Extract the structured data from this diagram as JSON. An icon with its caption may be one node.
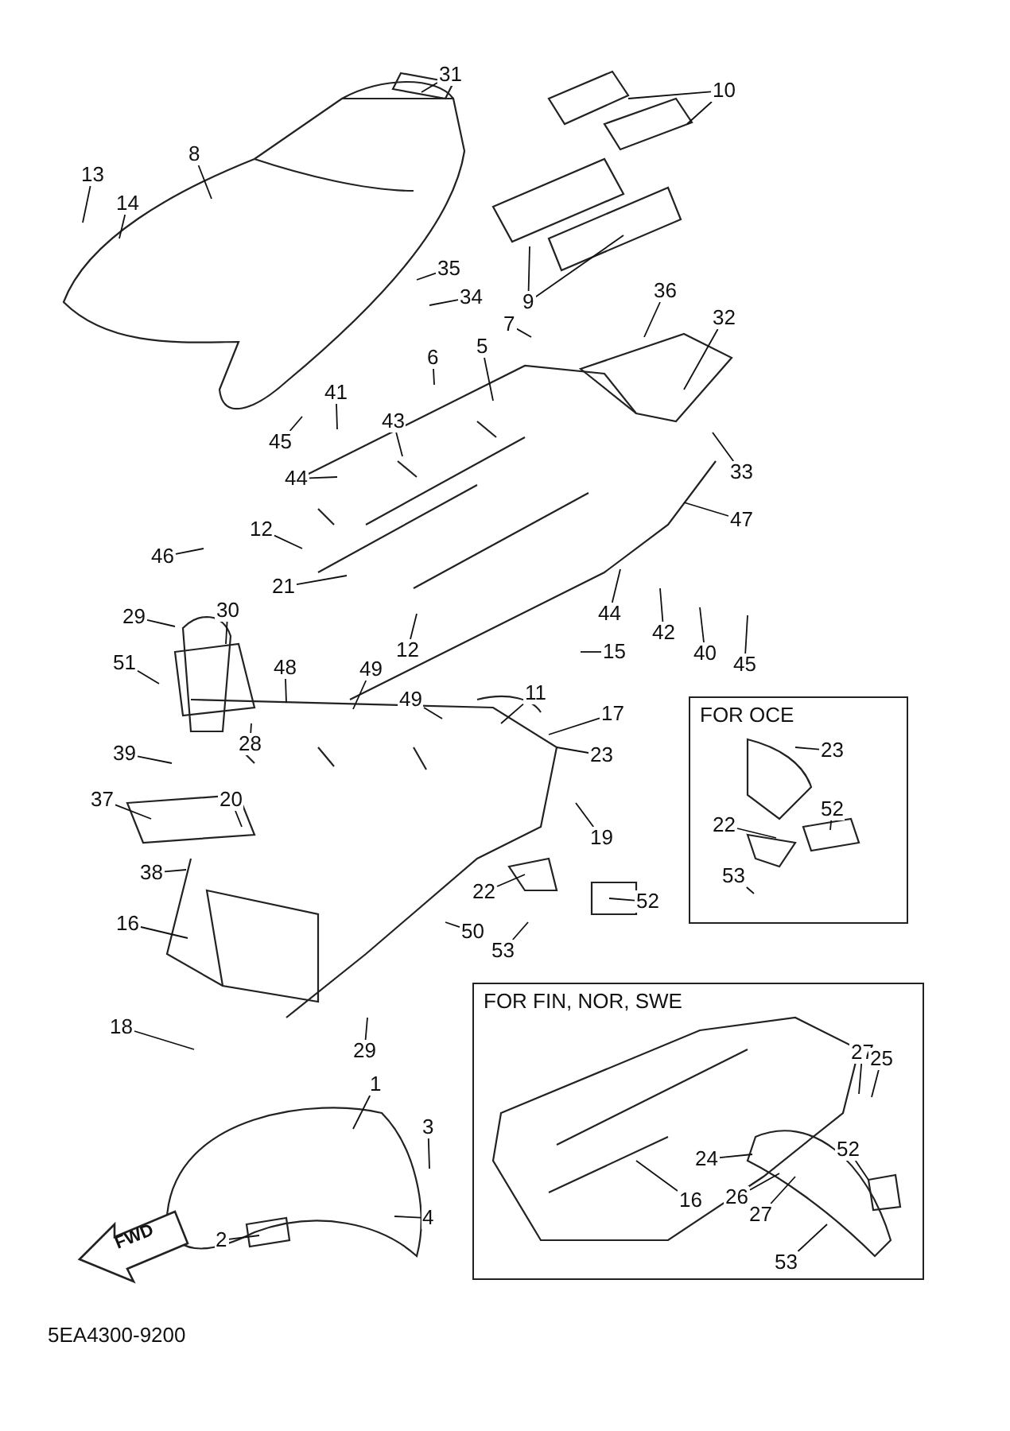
{
  "diagram": {
    "nodes": [
      {
        "text": [
          "31"
        ]
      },
      {
        "text": [
          "10"
        ]
      },
      {
        "text": [
          "8"
        ]
      },
      {
        "text": [
          "13"
        ]
      },
      {
        "text": [
          "14"
        ]
      },
      {
        "text": [
          "35"
        ]
      },
      {
        "text": [
          "34"
        ]
      },
      {
        "text": [
          "9"
        ]
      },
      {
        "text": [
          "36"
        ]
      },
      {
        "text": [
          "32"
        ]
      },
      {
        "text": [
          "7"
        ]
      },
      {
        "text": [
          "6"
        ]
      },
      {
        "text": [
          "5"
        ]
      },
      {
        "text": [
          "41"
        ]
      },
      {
        "text": [
          "43"
        ]
      },
      {
        "text": [
          "45"
        ]
      },
      {
        "text": [
          "44"
        ]
      },
      {
        "text": [
          "33"
        ]
      },
      {
        "text": [
          "47"
        ]
      },
      {
        "text": [
          "12"
        ]
      },
      {
        "text": [
          "46"
        ]
      },
      {
        "text": [
          "21"
        ]
      },
      {
        "text": [
          "29"
        ]
      },
      {
        "text": [
          "30"
        ]
      },
      {
        "text": [
          "12"
        ]
      },
      {
        "text": [
          "44"
        ]
      },
      {
        "text": [
          "42"
        ]
      },
      {
        "text": [
          "40"
        ]
      },
      {
        "text": [
          "45"
        ]
      },
      {
        "text": [
          "15"
        ]
      },
      {
        "text": [
          "51"
        ]
      },
      {
        "text": [
          "48"
        ]
      },
      {
        "text": [
          "49"
        ]
      },
      {
        "text": [
          "49"
        ]
      },
      {
        "text": [
          "11"
        ]
      },
      {
        "text": [
          "17"
        ]
      },
      {
        "text": [
          "23"
        ]
      },
      {
        "text": [
          "FOR OCE"
        ]
      },
      {
        "text": [
          "23"
        ],
        "in": 37
      },
      {
        "text": [
          "52"
        ],
        "in": 37
      },
      {
        "text": [
          "22"
        ],
        "in": 37
      },
      {
        "text": [
          "53"
        ],
        "in": 37
      },
      {
        "text": [
          "28"
        ]
      },
      {
        "text": [
          "39"
        ]
      },
      {
        "text": [
          "37"
        ]
      },
      {
        "text": [
          "20"
        ]
      },
      {
        "text": [
          "19"
        ]
      },
      {
        "text": [
          "38"
        ]
      },
      {
        "text": [
          "22"
        ]
      },
      {
        "text": [
          "52"
        ]
      },
      {
        "text": [
          "16"
        ]
      },
      {
        "text": [
          "50"
        ]
      },
      {
        "text": [
          "53"
        ]
      },
      {
        "text": [
          "FOR FIN, NOR, SWE"
        ]
      },
      {
        "text": [
          "27"
        ],
        "in": 53
      },
      {
        "text": [
          "25"
        ],
        "in": 53
      },
      {
        "text": [
          "24"
        ],
        "in": 53
      },
      {
        "text": [
          "16"
        ],
        "in": 53
      },
      {
        "text": [
          "26"
        ],
        "in": 53
      },
      {
        "text": [
          "27"
        ],
        "in": 53
      },
      {
        "text": [
          "52"
        ],
        "in": 53
      },
      {
        "text": [
          "53"
        ],
        "in": 53
      },
      {
        "text": [
          "18"
        ]
      },
      {
        "text": [
          "29"
        ]
      },
      {
        "text": [
          "1"
        ]
      },
      {
        "text": [
          "3"
        ]
      },
      {
        "text": [
          "4"
        ]
      },
      {
        "text": [
          "2"
        ]
      }
    ],
    "edges": [
      {
        "from": 0,
        "to": null,
        "arrow": "none"
      },
      {
        "from": 1,
        "to": null,
        "arrow": "none"
      },
      {
        "from": 1,
        "to": null,
        "arrow": "none"
      },
      {
        "from": 2,
        "to": null,
        "arrow": "none"
      },
      {
        "from": 3,
        "to": null,
        "arrow": "none"
      },
      {
        "from": 4,
        "to": null,
        "arrow": "none"
      },
      {
        "from": 5,
        "to": null,
        "arrow": "none"
      },
      {
        "from": 6,
        "to": null,
        "arrow": "none"
      },
      {
        "from": 7,
        "to": null,
        "arrow": "none"
      },
      {
        "from": 7,
        "to": null,
        "arrow": "none"
      },
      {
        "from": 8,
        "to": null,
        "arrow": "none"
      },
      {
        "from": 9,
        "to": null,
        "arrow": "none"
      },
      {
        "from": 10,
        "to": null,
        "arrow": "none"
      },
      {
        "from": 11,
        "to": null,
        "arrow": "none"
      },
      {
        "from": 12,
        "to": null,
        "arrow": "none"
      },
      {
        "from": 13,
        "to": null,
        "arrow": "none"
      },
      {
        "from": 14,
        "to": null,
        "arrow": "none"
      },
      {
        "from": 15,
        "to": null,
        "arrow": "none"
      },
      {
        "from": 16,
        "to": null,
        "arrow": "none"
      },
      {
        "from": 17,
        "to": null,
        "arrow": "none"
      },
      {
        "from": 18,
        "to": null,
        "arrow": "none"
      },
      {
        "from": 19,
        "to": null,
        "arrow": "none"
      },
      {
        "from": 20,
        "to": null,
        "arrow": "none"
      },
      {
        "from": 21,
        "to": null,
        "arrow": "none"
      },
      {
        "from": 22,
        "to": null,
        "arrow": "none"
      },
      {
        "from": 23,
        "to": null,
        "arrow": "none"
      },
      {
        "from": 24,
        "to": null,
        "arrow": "none"
      },
      {
        "from": 25,
        "to": null,
        "arrow": "none"
      },
      {
        "from": 26,
        "to": null,
        "arrow": "none"
      },
      {
        "from": 27,
        "to": null,
        "arrow": "none"
      },
      {
        "from": 28,
        "to": null,
        "arrow": "none"
      },
      {
        "from": 29,
        "to": null,
        "arrow": "none"
      },
      {
        "from": 30,
        "to": null,
        "arrow": "none"
      },
      {
        "from": 31,
        "to": null,
        "arrow": "none"
      },
      {
        "from": 32,
        "to": null,
        "arrow": "none"
      },
      {
        "from": 33,
        "to": null,
        "arrow": "none"
      },
      {
        "from": 34,
        "to": null,
        "arrow": "none"
      },
      {
        "from": 35,
        "to": null,
        "arrow": "none"
      },
      {
        "from": 36,
        "to": null,
        "arrow": "none"
      },
      {
        "from": 38,
        "to": null,
        "arrow": "none"
      },
      {
        "from": 39,
        "to": null,
        "arrow": "none"
      },
      {
        "from": 40,
        "to": null,
        "arrow": "none"
      },
      {
        "from": 41,
        "to": null,
        "arrow": "none"
      },
      {
        "from": 42,
        "to": null,
        "arrow": "none"
      },
      {
        "from": 43,
        "to": null,
        "arrow": "none"
      },
      {
        "from": 44,
        "to": null,
        "arrow": "none"
      },
      {
        "from": 45,
        "to": null,
        "arrow": "none"
      },
      {
        "from": 46,
        "to": null,
        "arrow": "none"
      },
      {
        "from": 47,
        "to": null,
        "arrow": "none"
      },
      {
        "from": 48,
        "to": null,
        "arrow": "none"
      },
      {
        "from": 49,
        "to": null,
        "arrow": "none"
      },
      {
        "from": 50,
        "to": null,
        "arrow": "none"
      },
      {
        "from": 51,
        "to": null,
        "arrow": "none"
      },
      {
        "from": 52,
        "to": null,
        "arrow": "none"
      },
      {
        "from": 54,
        "to": null,
        "arrow": "none"
      },
      {
        "from": 55,
        "to": null,
        "arrow": "none"
      },
      {
        "from": 56,
        "to": null,
        "arrow": "none"
      },
      {
        "from": 57,
        "to": null,
        "arrow": "none"
      },
      {
        "from": 58,
        "to": null,
        "arrow": "none"
      },
      {
        "from": 59,
        "to": null,
        "arrow": "none"
      },
      {
        "from": 60,
        "to": null,
        "arrow": "none"
      },
      {
        "from": 61,
        "to": null,
        "arrow": "none"
      },
      {
        "from": 62,
        "to": null,
        "arrow": "none"
      },
      {
        "from": 63,
        "to": null,
        "arrow": "none"
      },
      {
        "from": 64,
        "to": null,
        "arrow": "none"
      },
      {
        "from": 65,
        "to": null,
        "arrow": "none"
      },
      {
        "from": 66,
        "to": null,
        "arrow": "none"
      },
      {
        "from": 67,
        "to": null,
        "arrow": "none"
      }
    ],
    "labels": [
      "FWD",
      "5EA4300-9200"
    ]
  }
}
